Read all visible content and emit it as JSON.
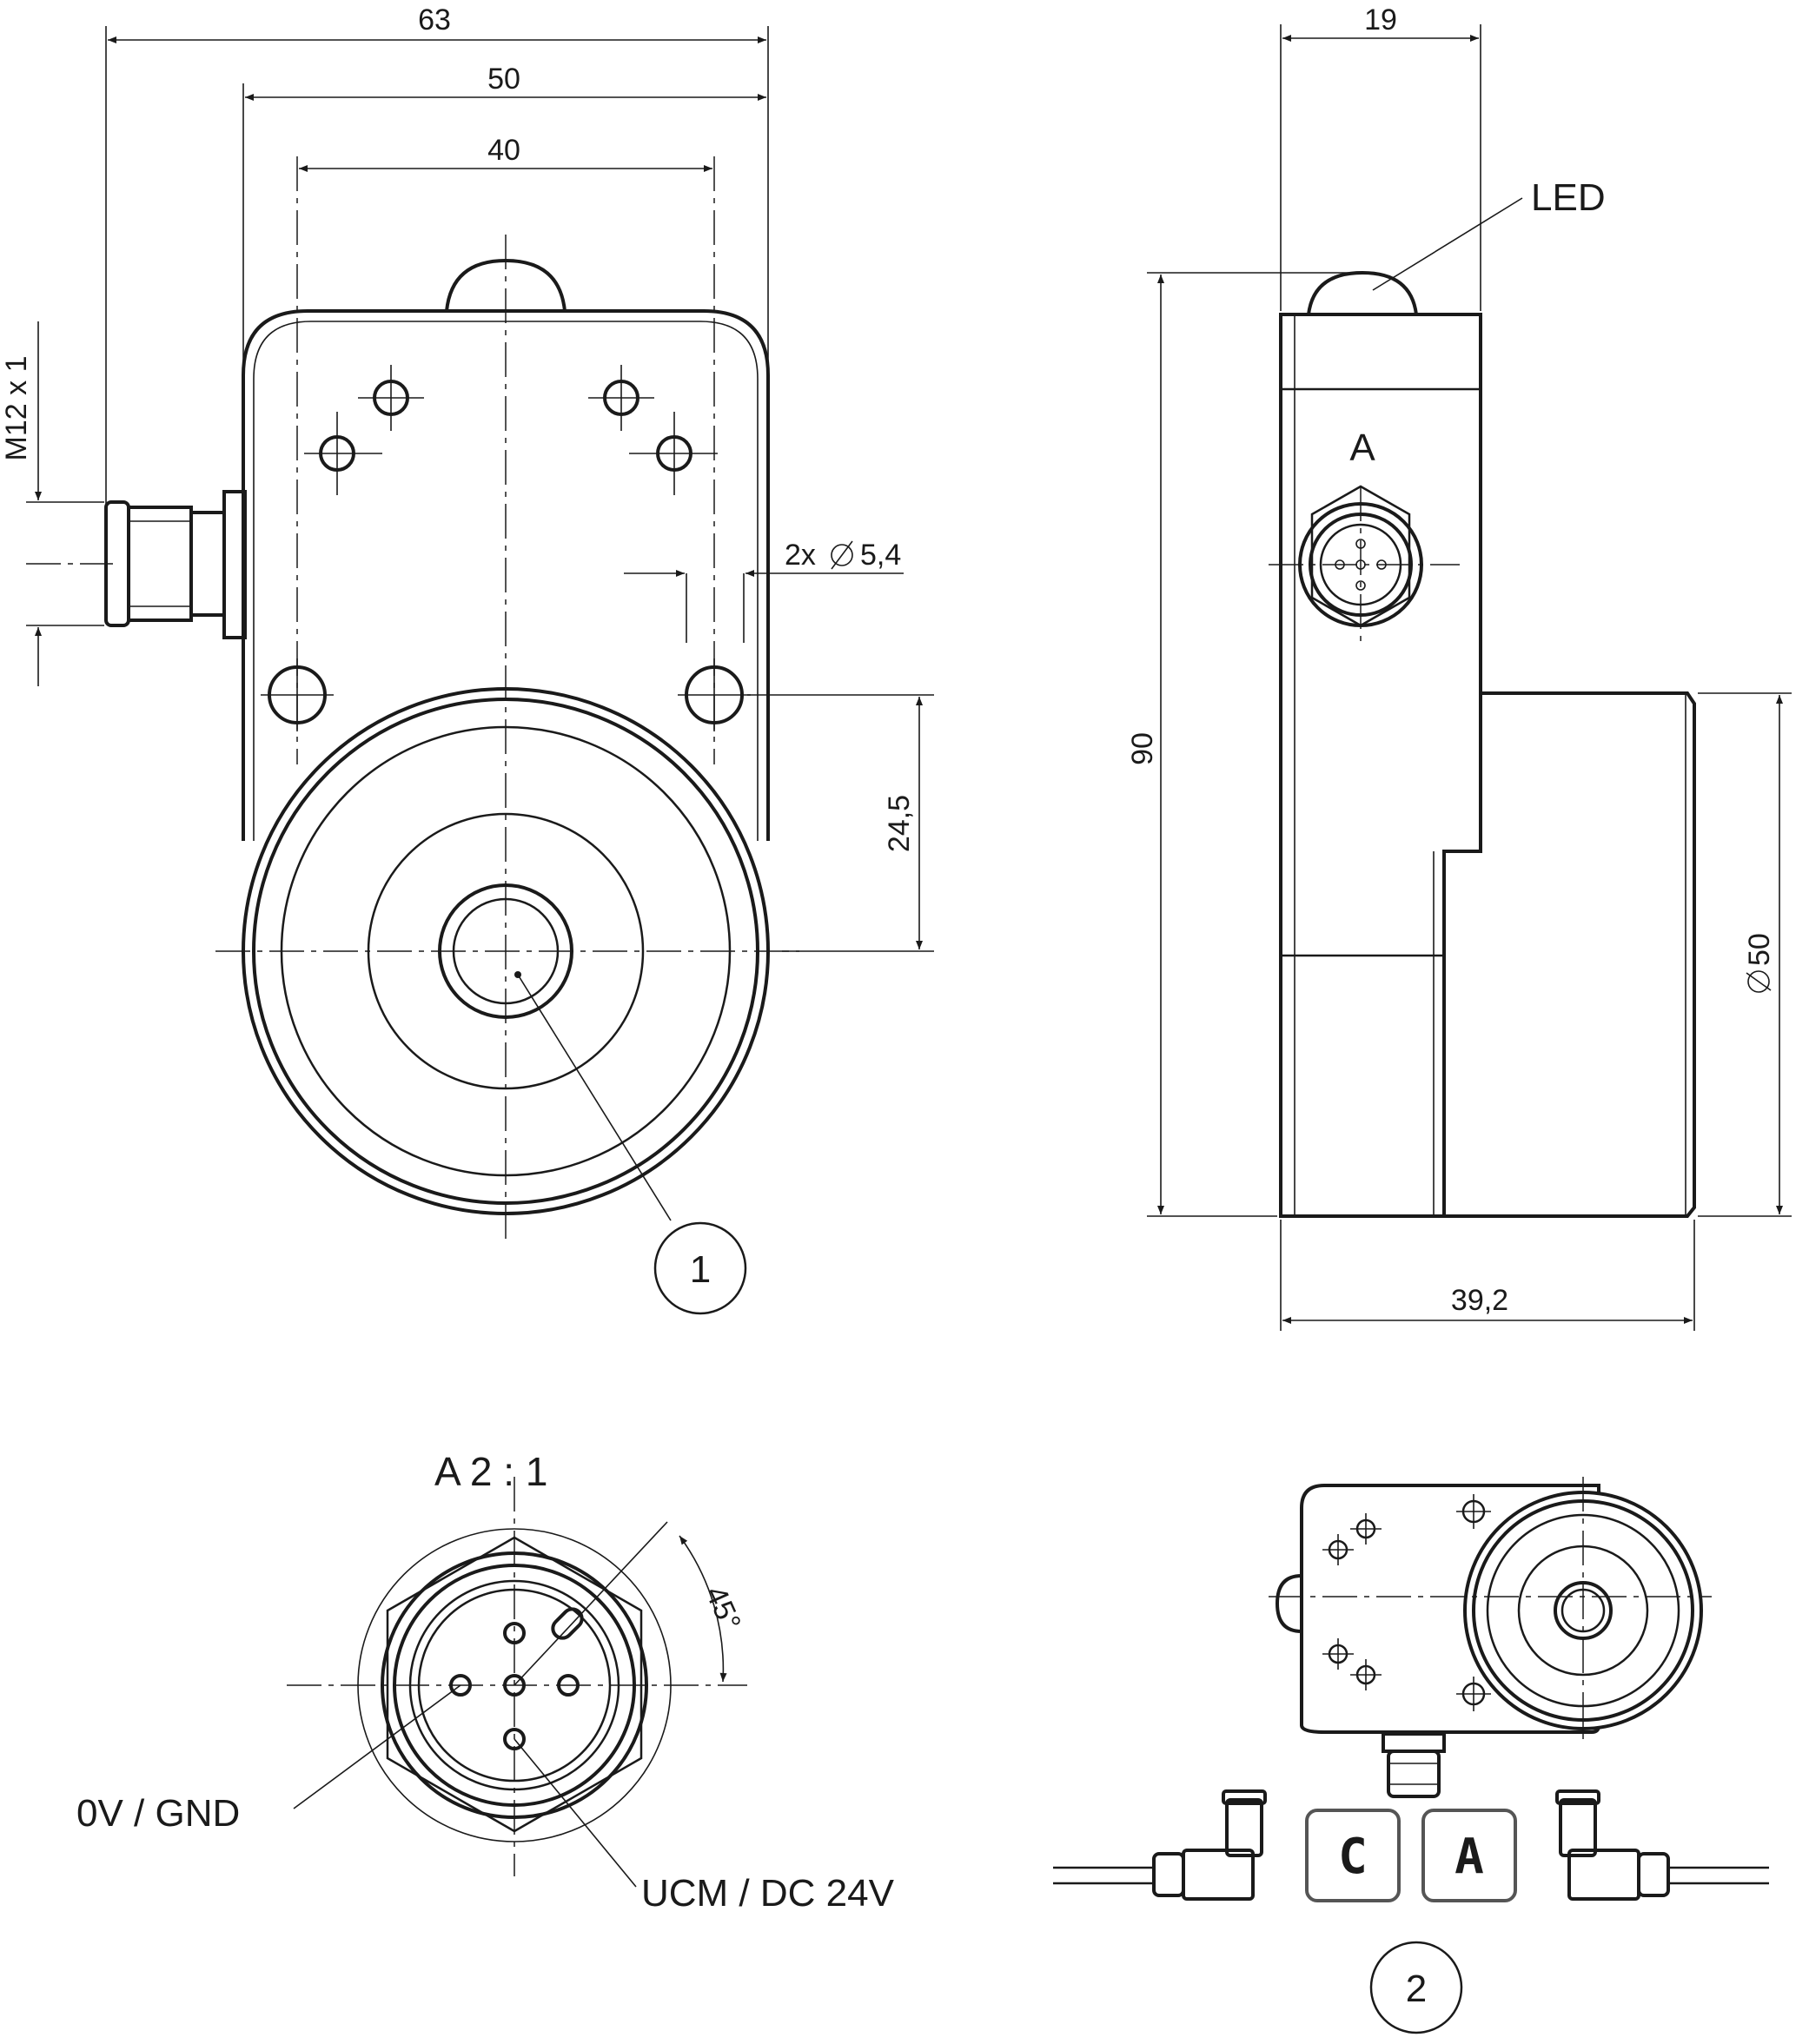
{
  "dimensions": {
    "width_63": "63",
    "width_50": "50",
    "width_40": "40",
    "thread": "M12 x 1",
    "holes": "2x",
    "hole_dia": "5,4",
    "height_24_5": "24,5",
    "depth_19": "19",
    "height_90": "90",
    "depth_39_2": "39,2",
    "dia_50": "50",
    "angle_45": "45°"
  },
  "labels": {
    "led": "LED",
    "view_a": "A",
    "detail_a": "A 2 : 1",
    "pin_gnd": "0V / GND",
    "pin_ucm": "UCM / DC 24V",
    "callout_1": "1",
    "callout_2": "2"
  },
  "buttons": {
    "c": "C",
    "a": "A"
  }
}
